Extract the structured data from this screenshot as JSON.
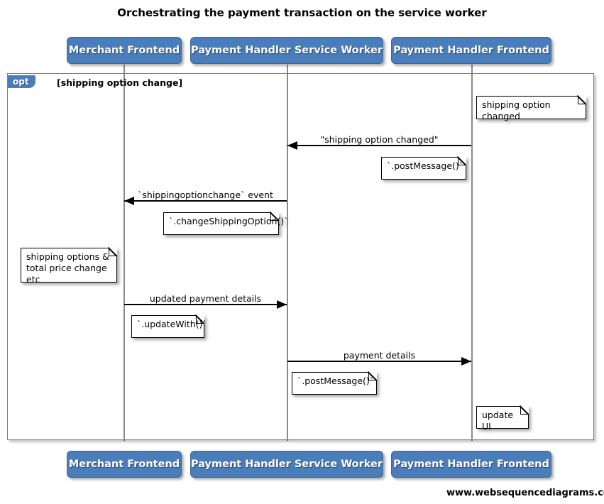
{
  "title": "Orchestrating the payment transaction on the service worker",
  "watermark": "www.websequencediagrams.com",
  "colors": {
    "participant_fill": "#4a7ebb",
    "participant_text": "#ffffff",
    "lifeline": "#8a8a8a",
    "frame_border": "#7d7d7d",
    "arrow": "#000000",
    "note_fill": "#ffffff"
  },
  "participants": [
    {
      "id": "merchant-frontend",
      "label": "Merchant Frontend"
    },
    {
      "id": "payment-handler-service-worker",
      "label": "Payment Handler Service Worker"
    },
    {
      "id": "payment-handler-frontend",
      "label": "Payment Handler Frontend"
    }
  ],
  "fragment": {
    "kind": "opt",
    "condition": "[shipping option change]"
  },
  "messages": [
    {
      "id": "shipping-option-changed",
      "label": "\"shipping option changed\"",
      "from": "payment-handler-frontend",
      "to": "payment-handler-service-worker",
      "direction": "left"
    },
    {
      "id": "shippingoptionchange-event",
      "label": "`shippingoptionchange` event",
      "from": "payment-handler-service-worker",
      "to": "merchant-frontend",
      "direction": "left"
    },
    {
      "id": "updated-payment-details",
      "label": "updated payment details",
      "from": "merchant-frontend",
      "to": "payment-handler-service-worker",
      "direction": "right"
    },
    {
      "id": "payment-details",
      "label": "payment details",
      "from": "payment-handler-service-worker",
      "to": "payment-handler-frontend",
      "direction": "right"
    }
  ],
  "notes": [
    {
      "id": "note-shipping-option-changed",
      "text": "shipping option changed",
      "on": "payment-handler-frontend"
    },
    {
      "id": "note-postmessage-1",
      "text": "`.postMessage()`",
      "on": "payment-handler-service-worker"
    },
    {
      "id": "note-changeshippingoption",
      "text": "`.changeShippingOption()`",
      "on": "merchant-frontend"
    },
    {
      "id": "note-shipping-options-total-price",
      "text": "shipping options &\ntotal price change etc",
      "on": "merchant-frontend"
    },
    {
      "id": "note-updatewith",
      "text": "`.updateWith()`",
      "on": "merchant-frontend"
    },
    {
      "id": "note-postmessage-2",
      "text": "`.postMessage()`",
      "on": "payment-handler-service-worker"
    },
    {
      "id": "note-update-ui",
      "text": "update UI",
      "on": "payment-handler-frontend"
    }
  ]
}
